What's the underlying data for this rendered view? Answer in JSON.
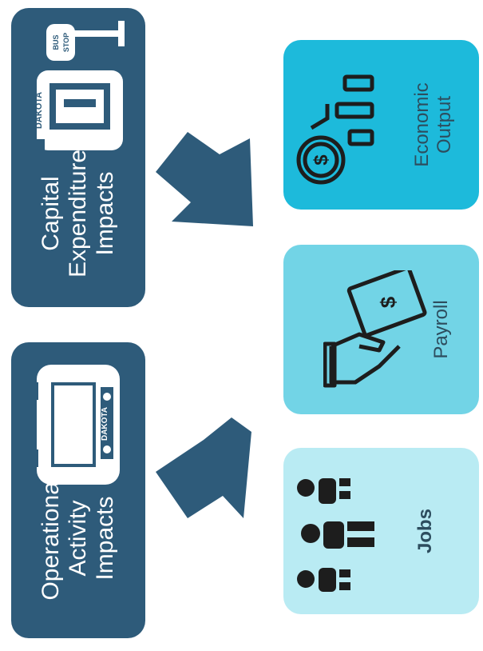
{
  "boxes": {
    "operational": {
      "lines": [
        "Operational",
        "Activity",
        "Impacts"
      ]
    },
    "capital": {
      "lines": [
        "Capital",
        "Expenditure",
        "Impacts"
      ]
    },
    "jobs": {
      "label": "Jobs"
    },
    "payroll": {
      "label": "Payroll"
    },
    "economic": {
      "lines": [
        "Economic",
        "Output"
      ]
    }
  },
  "logo_text": "DAKOTA",
  "bus_stop_sign": [
    "BUS",
    "STOP"
  ],
  "colors": {
    "dark_box": "#2e5b7a",
    "arrow": "#2e5b7a",
    "jobs_box": "#b9ebf3",
    "payroll_box": "#72d4e6",
    "economic_box": "#1dbadb",
    "icon": "#1d1d1d"
  }
}
